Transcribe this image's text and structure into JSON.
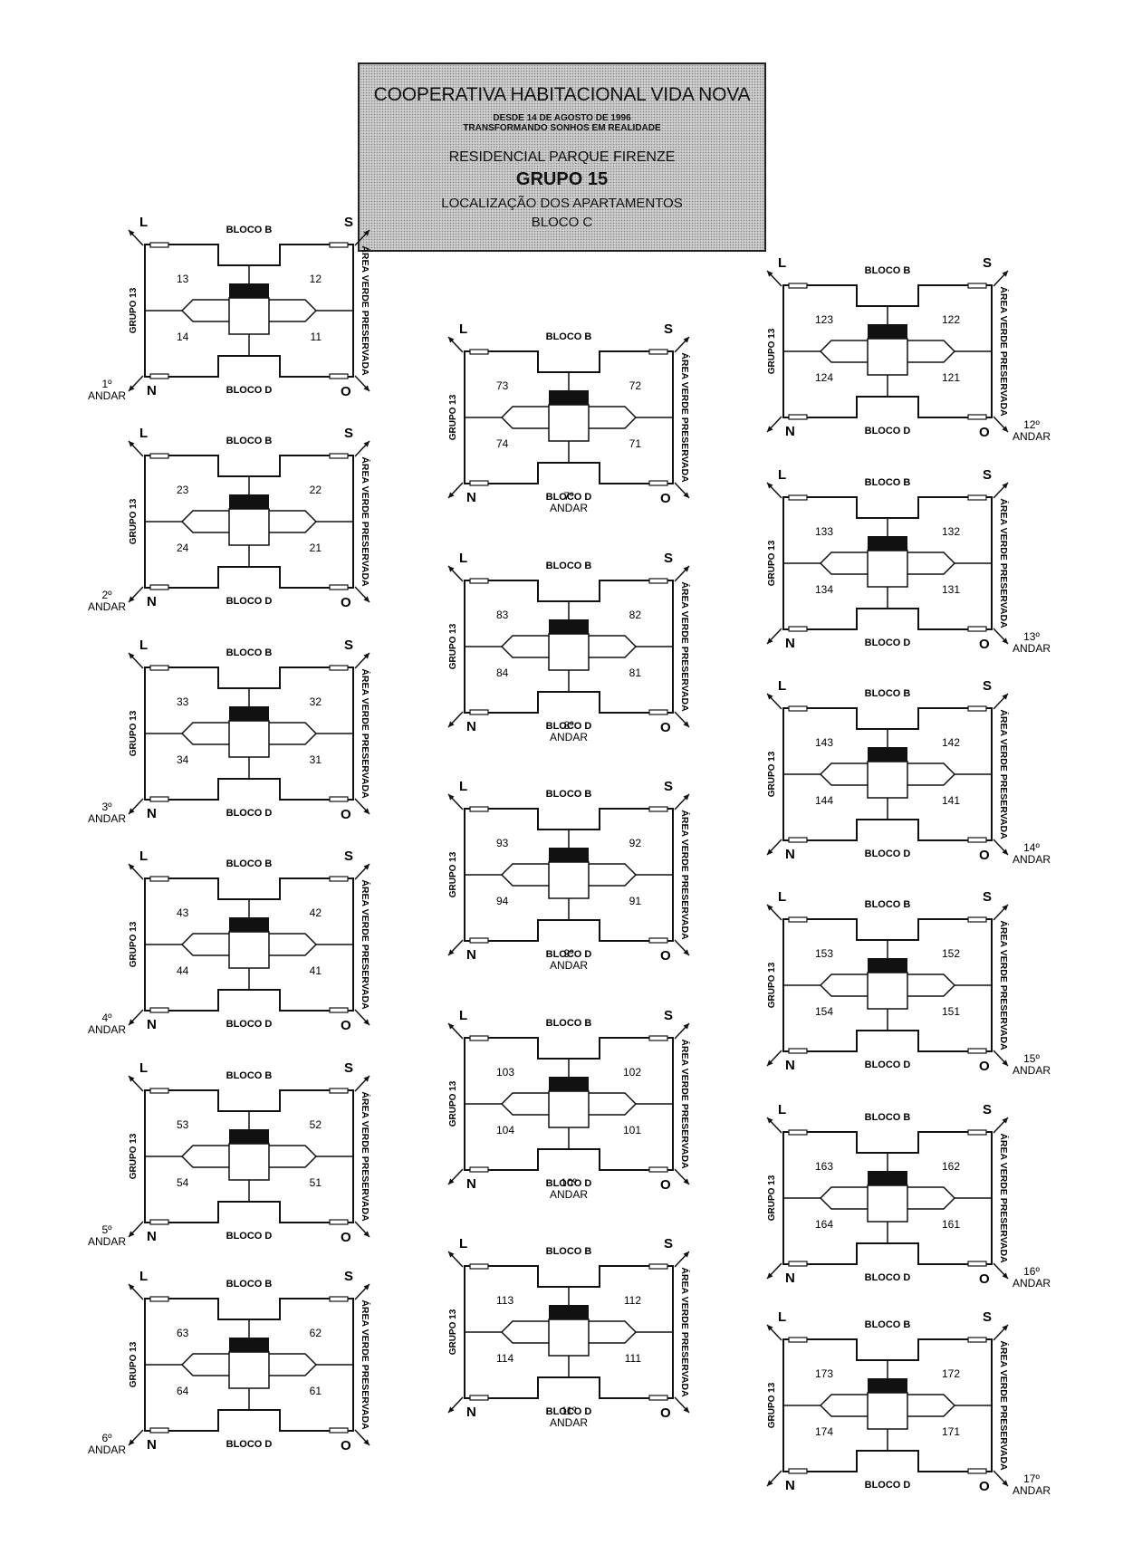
{
  "header": {
    "title": "COOPERATIVA HABITACIONAL VIDA NOVA",
    "since": "DESDE 14 DE AGOSTO DE 1996",
    "slogan": "TRANSFORMANDO SONHOS EM REALIDADE",
    "residential": "RESIDENCIAL PARQUE FIRENZE",
    "group": "GRUPO 15",
    "subtitle": "LOCALIZAÇÃO DOS APARTAMENTOS",
    "block": "BLOCO C"
  },
  "labels": {
    "north_block": "BLOCO B",
    "south_block": "BLOCO D",
    "left_side": "GRUPO 13",
    "right_side": "ÁREA VERDE PRESERVADA",
    "dir_tl": "L",
    "dir_tr": "S",
    "dir_bl": "N",
    "dir_br": "O",
    "floor_word": "ANDAR"
  },
  "floors": [
    {
      "floor": "1º",
      "units": [
        "13",
        "12",
        "14",
        "11"
      ]
    },
    {
      "floor": "2º",
      "units": [
        "23",
        "22",
        "24",
        "21"
      ]
    },
    {
      "floor": "3º",
      "units": [
        "33",
        "32",
        "34",
        "31"
      ]
    },
    {
      "floor": "4º",
      "units": [
        "43",
        "42",
        "44",
        "41"
      ]
    },
    {
      "floor": "5º",
      "units": [
        "53",
        "52",
        "54",
        "51"
      ]
    },
    {
      "floor": "6º",
      "units": [
        "63",
        "62",
        "64",
        "61"
      ]
    },
    {
      "floor": "7º",
      "units": [
        "73",
        "72",
        "74",
        "71"
      ]
    },
    {
      "floor": "8º",
      "units": [
        "83",
        "82",
        "84",
        "81"
      ]
    },
    {
      "floor": "9º",
      "units": [
        "93",
        "92",
        "94",
        "91"
      ]
    },
    {
      "floor": "10º",
      "units": [
        "103",
        "102",
        "104",
        "101"
      ]
    },
    {
      "floor": "11º",
      "units": [
        "113",
        "112",
        "114",
        "111"
      ]
    },
    {
      "floor": "12º",
      "units": [
        "123",
        "122",
        "124",
        "121"
      ]
    },
    {
      "floor": "13º",
      "units": [
        "133",
        "132",
        "134",
        "131"
      ]
    },
    {
      "floor": "14º",
      "units": [
        "143",
        "142",
        "144",
        "141"
      ]
    },
    {
      "floor": "15º",
      "units": [
        "153",
        "152",
        "154",
        "151"
      ]
    },
    {
      "floor": "16º",
      "units": [
        "163",
        "162",
        "164",
        "161"
      ]
    },
    {
      "floor": "17º",
      "units": [
        "173",
        "172",
        "174",
        "171"
      ]
    }
  ]
}
